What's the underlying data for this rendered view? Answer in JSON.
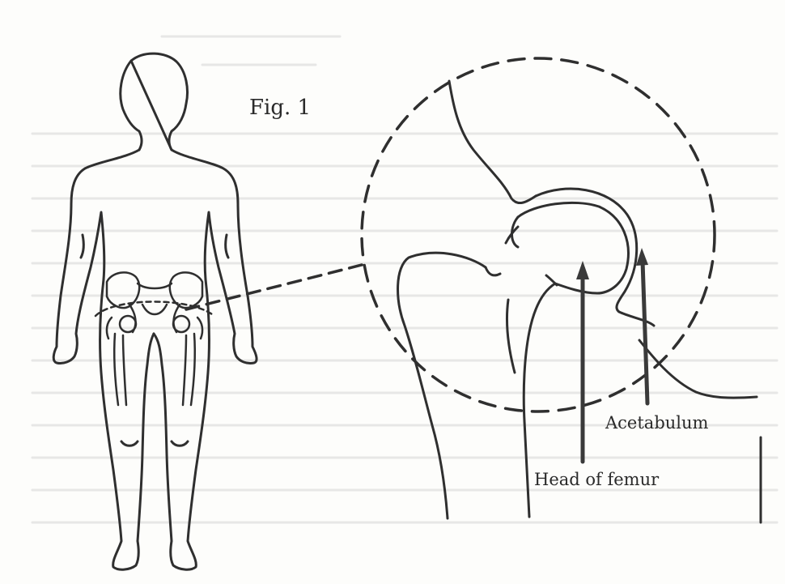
{
  "figure": {
    "title": "Fig. 1",
    "labels": {
      "acetabulum": "Acetabulum",
      "head_of_femur": "Head of femur"
    }
  },
  "colors": {
    "ink": "#2f2f2f",
    "paper": "#fdfdfb",
    "background_text": "#d4d4d4"
  }
}
